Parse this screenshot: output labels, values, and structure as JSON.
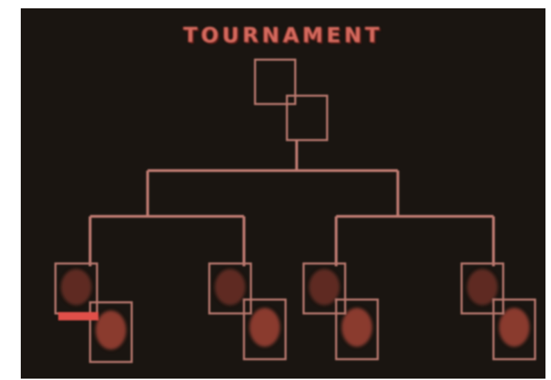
{
  "screen": {
    "title": "TOURNAMENT"
  },
  "colors": {
    "background": "#1a1511",
    "bracket_line": "#c07c72",
    "title_text": "#d46a5e",
    "fighter_frame": "#b8786e",
    "fighter_fill": "#5e2a22",
    "selected_bar": "#e05048"
  },
  "bracket": {
    "levels": 3,
    "fighters_per_side": 4,
    "selected_fighter_index": 0
  }
}
